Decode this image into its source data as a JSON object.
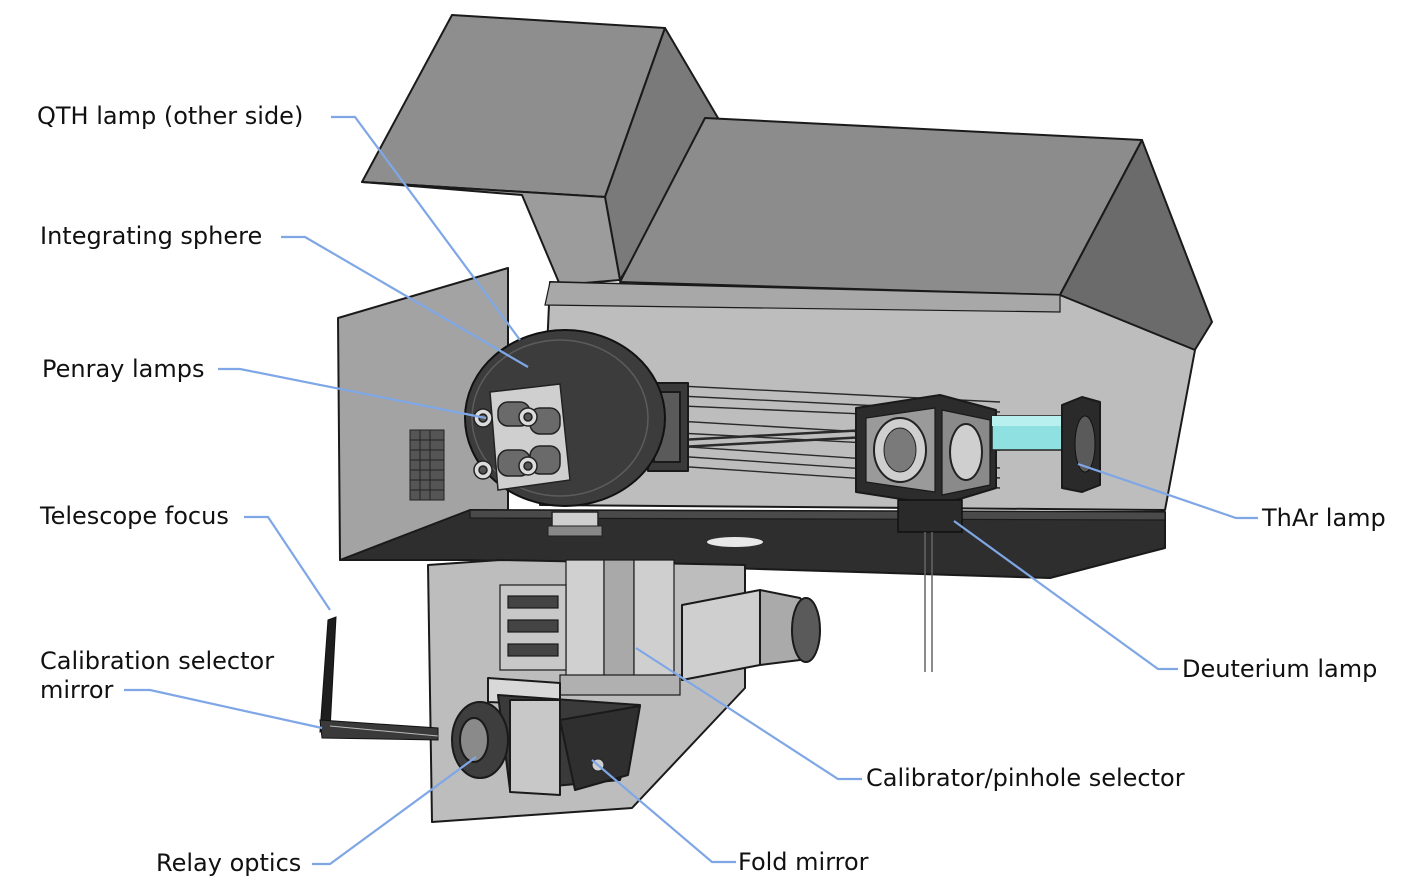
{
  "labels": {
    "qth_lamp": "QTH lamp (other side)",
    "integrating_sphere": "Integrating sphere",
    "penray_lamps": "Penray lamps",
    "telescope_focus": "Telescope focus",
    "calibration_selector_mirror_line1": "Calibration selector",
    "calibration_selector_mirror_line2": "mirror",
    "relay_optics": "Relay optics",
    "fold_mirror": "Fold mirror",
    "calibrator_pinhole_selector": "Calibrator/pinhole selector",
    "deuterium_lamp": "Deuterium lamp",
    "thar_lamp": "ThAr lamp"
  },
  "colors": {
    "leader": "#7fa7e6",
    "lid_light": "#909090",
    "lid_dark": "#6b6b6b",
    "housing": "#b8b8b8",
    "base_plate": "#2e2e2e",
    "sphere": "#3a3a3a",
    "thar_tube": "#8fe0e0"
  }
}
